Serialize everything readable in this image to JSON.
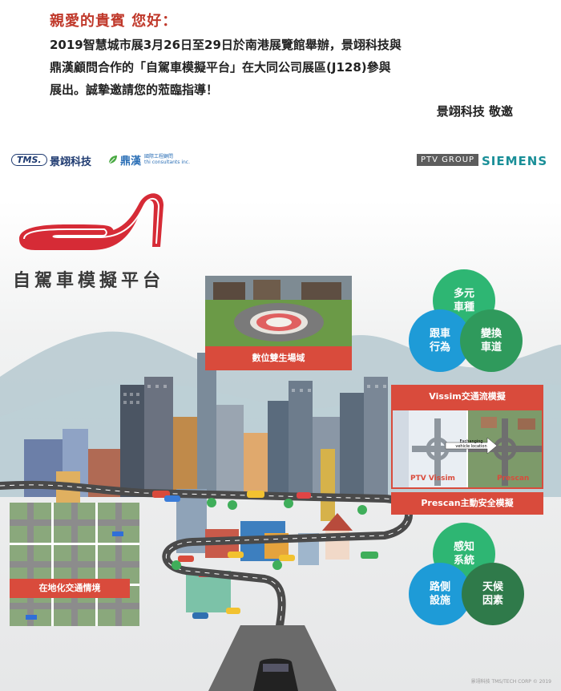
{
  "invitation": {
    "greeting": "親愛的貴賓 您好：",
    "line1": "2019智慧城市展3月26日至29日於南港展覽館舉辦，景翊科技與",
    "line2": "鼎漢顧問合作的「自駕車模擬平台」在大同公司展區(J128)參與",
    "line3": "展出。誠摯邀請您的蒞臨指導！",
    "signature": "景翊科技  敬邀"
  },
  "logos": {
    "tms_mark": "TMS.",
    "tms_name": "景翊科技",
    "dh_name": "鼎漢",
    "dh_sub": "國際工程顧問\nthi consultants inc.",
    "ptv": "PTV GROUP",
    "siemens": "SIEMENS"
  },
  "brand": {
    "title": "自駕車模擬平台"
  },
  "labels": {
    "digital_twin": "數位雙生場域",
    "vissim": "Vissim交通流模擬",
    "prescan": "Prescan主動安全模擬",
    "local_traffic": "在地化交通情境",
    "ptv_vissim": "PTV Vissim",
    "prescan_small": "Prescan",
    "exchanging": "Exchanging\nvehicle location"
  },
  "bubbles_top": [
    {
      "text": "多元\n車種",
      "color": "#2eb673"
    },
    {
      "text": "跟車\n行為",
      "color": "#1e9bd7"
    },
    {
      "text": "變換\n車道",
      "color": "#2f9a5c"
    }
  ],
  "bubbles_bottom": [
    {
      "text": "感知\n系統",
      "color": "#2eb673"
    },
    {
      "text": "路側\n設施",
      "color": "#1e9bd7"
    },
    {
      "text": "天候\n因素",
      "color": "#2f7a4a"
    }
  ],
  "colors": {
    "accent_red": "#d94b3c",
    "heading_red": "#c0392b",
    "road": "#4a4a4a",
    "mountain": "#a9c0c9"
  },
  "footer": {
    "copyright": "景翊科技 TMS/TECH CORP © 2019"
  }
}
